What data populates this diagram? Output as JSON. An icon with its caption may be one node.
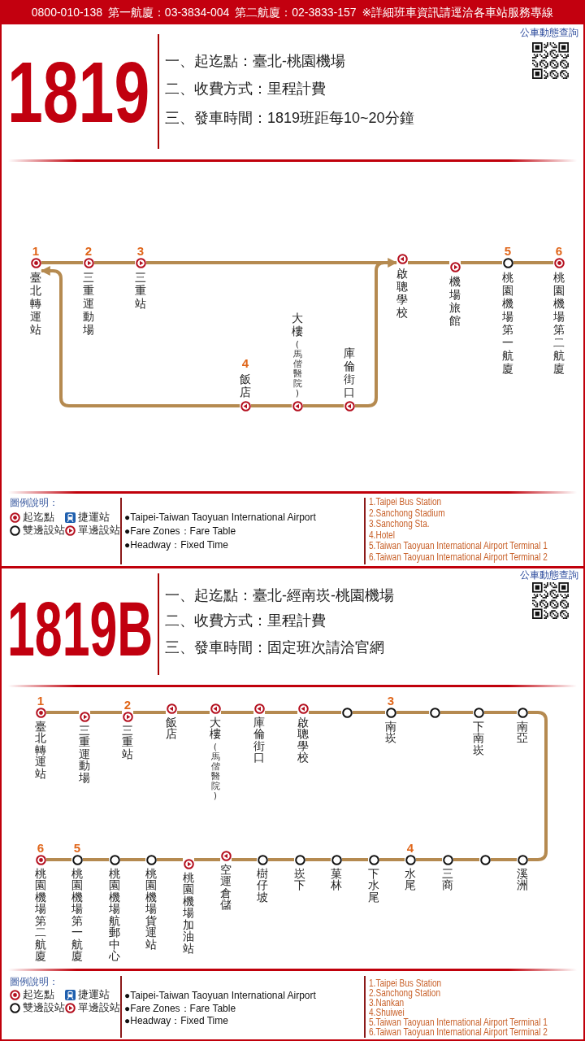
{
  "diagram": {
    "nodes": [
      {
        "text": [
          "臺北轉運站"
        ],
        "beside": [
          "1"
        ]
      },
      {
        "text": [
          "三重運動場"
        ],
        "beside": [
          "2"
        ]
      },
      {
        "text": [
          "三重站"
        ],
        "beside": [
          "3"
        ]
      },
      {
        "text": [
          "啟聰學校"
        ]
      },
      {
        "text": [
          "機場旅館"
        ]
      },
      {
        "text": [
          "桃園機場第一航廈"
        ],
        "beside": [
          "5"
        ]
      },
      {
        "text": [
          "桃園機場第二航廈"
        ],
        "beside": [
          "6"
        ]
      },
      {
        "text": [
          "飯店"
        ],
        "beside": [
          "4"
        ]
      },
      {
        "text": [
          "大樓",
          "(馬偕醫院)"
        ]
      },
      {
        "text": [
          "庫倫街口"
        ]
      },
      {
        "text": [
          "臺北轉運站"
        ],
        "beside": [
          "1"
        ]
      },
      {
        "text": [
          "三重運動場"
        ]
      },
      {
        "text": [
          "三重站"
        ],
        "beside": [
          "2"
        ]
      },
      {
        "text": [
          "飯店"
        ]
      },
      {
        "text": [
          "大樓",
          "(馬偕醫院)"
        ]
      },
      {
        "text": [
          "庫倫街口"
        ]
      },
      {
        "text": [
          "啟聰學校"
        ]
      },
      {
        "text": [],
        "shape": "circle"
      },
      {
        "text": [
          "南崁"
        ],
        "beside": [
          "3"
        ]
      },
      {
        "text": [],
        "shape": "circle"
      },
      {
        "text": [
          "下南崁"
        ]
      },
      {
        "text": [
          "南亞"
        ]
      },
      {
        "text": [
          "桃園機場第二航廈"
        ],
        "beside": [
          "6"
        ]
      },
      {
        "text": [
          "桃園機場第一航廈"
        ],
        "beside": [
          "5"
        ]
      },
      {
        "text": [
          "桃園機場航郵中心"
        ]
      },
      {
        "text": [
          "桃園機場貨運站"
        ]
      },
      {
        "text": [
          "桃園機場加油站"
        ]
      },
      {
        "text": [
          "空運倉儲"
        ]
      },
      {
        "text": [
          "樹仔坡"
        ]
      },
      {
        "text": [
          "崁下"
        ]
      },
      {
        "text": [
          "菓林"
        ]
      },
      {
        "text": [
          "下水尾"
        ]
      },
      {
        "text": [
          "水尾"
        ],
        "beside": [
          "4"
        ]
      },
      {
        "text": [
          "三商"
        ]
      },
      {
        "text": [],
        "shape": "circle"
      },
      {
        "text": [
          "溪洲"
        ]
      }
    ],
    "edges": [
      {
        "from": 0,
        "to": 1,
        "arrow": "none"
      },
      {
        "from": 1,
        "to": 2,
        "arrow": "none"
      },
      {
        "from": 2,
        "to": 3,
        "arrow": "to"
      },
      {
        "from": 3,
        "to": 4,
        "arrow": "none"
      },
      {
        "from": 4,
        "to": 5,
        "arrow": "none"
      },
      {
        "from": 5,
        "to": 6,
        "arrow": "none"
      },
      {
        "from": 3,
        "to": 9,
        "arrow": "none"
      },
      {
        "from": 9,
        "to": 8,
        "arrow": "none"
      },
      {
        "from": 8,
        "to": 7,
        "arrow": "none"
      },
      {
        "from": 7,
        "to": 0,
        "arrow": "to"
      },
      {
        "from": 10,
        "to": 11,
        "arrow": "none"
      },
      {
        "from": 11,
        "to": 12,
        "arrow": "none"
      },
      {
        "from": 12,
        "to": 13,
        "arrow": "none"
      },
      {
        "from": 13,
        "to": 14,
        "arrow": "none"
      },
      {
        "from": 14,
        "to": 15,
        "arrow": "none"
      },
      {
        "from": 15,
        "to": 16,
        "arrow": "none"
      },
      {
        "from": 16,
        "to": 17,
        "arrow": "none"
      },
      {
        "from": 17,
        "to": 18,
        "arrow": "none"
      },
      {
        "from": 18,
        "to": 19,
        "arrow": "none"
      },
      {
        "from": 19,
        "to": 20,
        "arrow": "none"
      },
      {
        "from": 20,
        "to": 21,
        "arrow": "none"
      },
      {
        "from": 21,
        "to": 35,
        "arrow": "none"
      },
      {
        "from": 35,
        "to": 34,
        "arrow": "none"
      },
      {
        "from": 34,
        "to": 33,
        "arrow": "none"
      },
      {
        "from": 33,
        "to": 32,
        "arrow": "none"
      },
      {
        "from": 32,
        "to": 31,
        "arrow": "none"
      },
      {
        "from": 31,
        "to": 30,
        "arrow": "none"
      },
      {
        "from": 30,
        "to": 29,
        "arrow": "none"
      },
      {
        "from": 29,
        "to": 28,
        "arrow": "none"
      },
      {
        "from": 28,
        "to": 27,
        "arrow": "none"
      },
      {
        "from": 27,
        "to": 26,
        "arrow": "none"
      },
      {
        "from": 26,
        "to": 25,
        "arrow": "none"
      },
      {
        "from": 25,
        "to": 24,
        "arrow": "none"
      },
      {
        "from": 24,
        "to": 23,
        "arrow": "none"
      },
      {
        "from": 23,
        "to": 22,
        "arrow": "none"
      }
    ],
    "labels": [
      "0800-010-138 第一航廈：03-3834-004 第二航廈：02-3833-157 ※詳細班車資訊請逕洽各車站服務專線",
      "公車動態查詢",
      "1819",
      "一、起迄點：臺北-桃園機場",
      "二、收費方式：里程計費",
      "三、發車時間：1819班距每10~20分鐘",
      "圖例說明：",
      "●Taipei-Taiwan Taoyuan International Airport",
      "●Fare Zones：Fare Table",
      "●Headway：Fixed Time",
      "1.Taipei Bus Station",
      "2.Sanchong Stadium",
      "3.Sanchong Sta.",
      "4.Hotel",
      "5.Taiwan Taoyuan International Airport Terminal 1",
      "6.Taiwan Taoyuan International Airport Terminal 2",
      "公車動態查詢",
      "1819B",
      "一、起迄點：臺北-經南崁-桃園機場",
      "二、收費方式：里程計費",
      "三、發車時間：固定班次請洽官網",
      "圖例說明：",
      "●Taipei-Taiwan Taoyuan International Airport",
      "●Fare Zones：Fare Table",
      "●Headway：Fixed Time",
      "1.Taipei Bus Station",
      "2.Sanchong Station",
      "3.Nankan",
      "4.Shuiwei",
      "5.Taiwan Taoyuan International Airport Terminal 1",
      "6.Taiwan Taoyuan International Airport Terminal 2"
    ],
    "legend": [
      {
        "text": "起迄點"
      },
      {
        "text": "捷運站"
      },
      {
        "text": "雙邊設站"
      },
      {
        "text": "單邊設站"
      },
      {
        "text": "起迄點"
      },
      {
        "text": "捷運站"
      },
      {
        "text": "雙邊設站"
      },
      {
        "text": "單邊設站"
      }
    ]
  }
}
